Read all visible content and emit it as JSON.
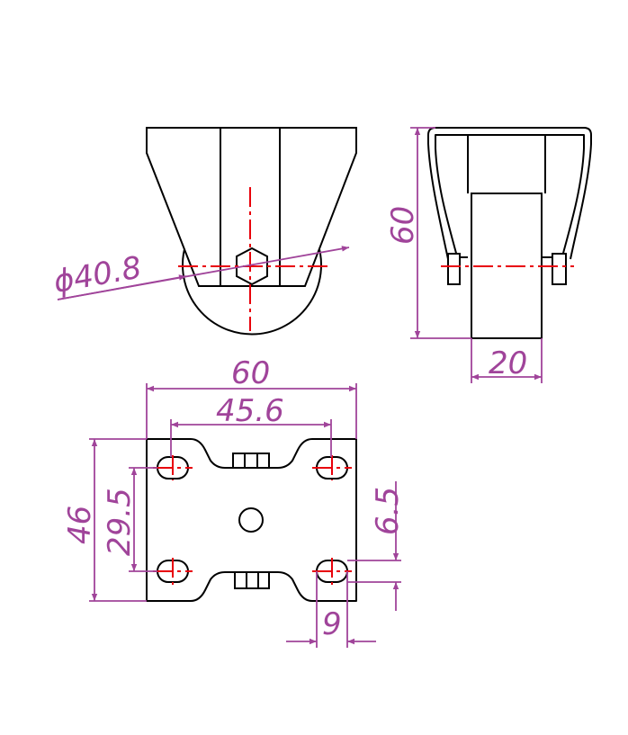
{
  "drawing": {
    "dimensions": {
      "wheel_diameter": "ϕ40.8",
      "side_height": "60",
      "wheel_width": "20",
      "plate_width": "60",
      "hole_spacing_x": "45.6",
      "plate_length": "46",
      "hole_spacing_y": "29.5",
      "slot_width": "6.5",
      "slot_length": "9"
    },
    "colors": {
      "outline": "#000000",
      "centerline": "#e8000b",
      "dimension": "#a0449a"
    }
  }
}
